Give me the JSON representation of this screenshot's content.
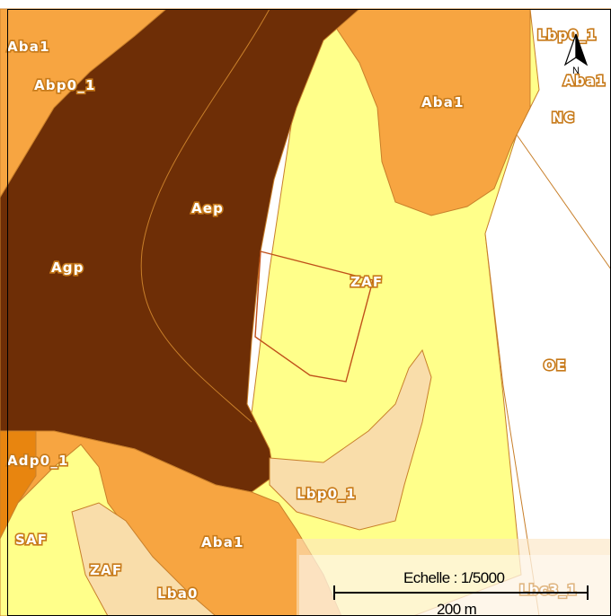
{
  "map": {
    "scale_label": "Echelle : 1/5000",
    "scale_distance": "200 m",
    "north_letter": "N",
    "zones": [
      {
        "code": "Aba1"
      },
      {
        "code": "Abp0_1"
      },
      {
        "code": "Aba1"
      },
      {
        "code": "Aep"
      },
      {
        "code": "Agp"
      },
      {
        "code": "ZAF"
      },
      {
        "code": "NC"
      },
      {
        "code": "OE"
      },
      {
        "code": "Adp0_1"
      },
      {
        "code": "Lbp0_1"
      },
      {
        "code": "SAF"
      },
      {
        "code": "Aba1"
      },
      {
        "code": "ZAF"
      },
      {
        "code": "Lba0"
      },
      {
        "code": "Lbp0_1"
      },
      {
        "code": "Aba1"
      },
      {
        "code": "Lbc3_1"
      }
    ],
    "colors": {
      "dark_brown": "#6e2e06",
      "orange": "#f7a541",
      "dark_orange": "#e8850f",
      "yellow": "#ffff8a",
      "pale_peach": "#f9ddaa",
      "white": "#ffffff",
      "boundary": "#c87f2a",
      "parcel_outline": "#c0501a"
    }
  }
}
